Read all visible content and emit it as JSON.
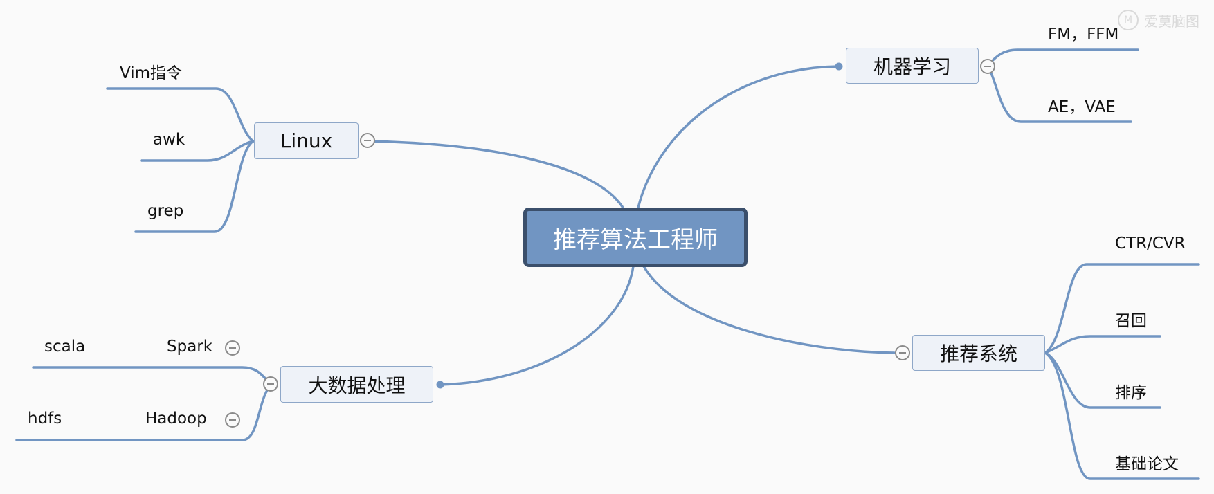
{
  "colors": {
    "line": "#7195c2",
    "root_fill": "#7195c2",
    "root_border": "#3b4f6b",
    "node_fill": "#eef2f8"
  },
  "watermark": "爱莫脑图",
  "root": {
    "label": "推荐算法工程师"
  },
  "branches": [
    {
      "label": "机器学习",
      "children": [
        "FM，FFM",
        "AE，VAE"
      ]
    },
    {
      "label": "Linux",
      "children": [
        "Vim指令",
        "awk",
        "grep"
      ]
    },
    {
      "label": "推荐系统",
      "children": [
        "CTR/CVR",
        "召回",
        "排序",
        "基础论文"
      ]
    },
    {
      "label": "大数据处理",
      "children": [
        {
          "label": "Spark",
          "children": [
            "scala"
          ]
        },
        {
          "label": "Hadoop",
          "children": [
            "hdfs"
          ]
        }
      ]
    }
  ]
}
